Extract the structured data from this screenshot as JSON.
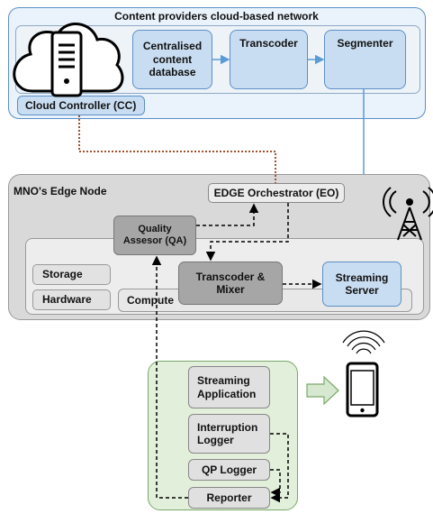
{
  "cloud_network": {
    "title": "Content providers cloud-based network",
    "database": "Centralised\ncontent\ndatabase",
    "transcoder": "Transcoder",
    "segmenter": "Segmenter",
    "controller": "Cloud Controller (CC)"
  },
  "edge_node": {
    "title": "MNO's Edge Node",
    "orchestrator": "EDGE Orchestrator (EO)",
    "quality_assessor": "Quality\nAssesor (QA)",
    "storage": "Storage",
    "hardware": "Hardware",
    "compute": "Compute",
    "transcoder_mixer": "Transcoder &\nMixer",
    "streaming_server": "Streaming\nServer"
  },
  "client": {
    "streaming_app": "Streaming\nApplication",
    "interruption_logger": "Interruption\nLogger",
    "qp_logger": "QP Logger",
    "reporter": "Reporter"
  },
  "colors": {
    "cloud_bg": "#eaf2fb",
    "cloud_border": "#5b8fc7",
    "blue_box": "#c9ddf2",
    "edge_bg": "#d9d9d9",
    "grey_box": "#a6a6a6",
    "client_bg": "#e2efda",
    "client_border": "#7aa86a",
    "link_blue": "#5b9bd5",
    "link_brown": "#a0522d"
  }
}
